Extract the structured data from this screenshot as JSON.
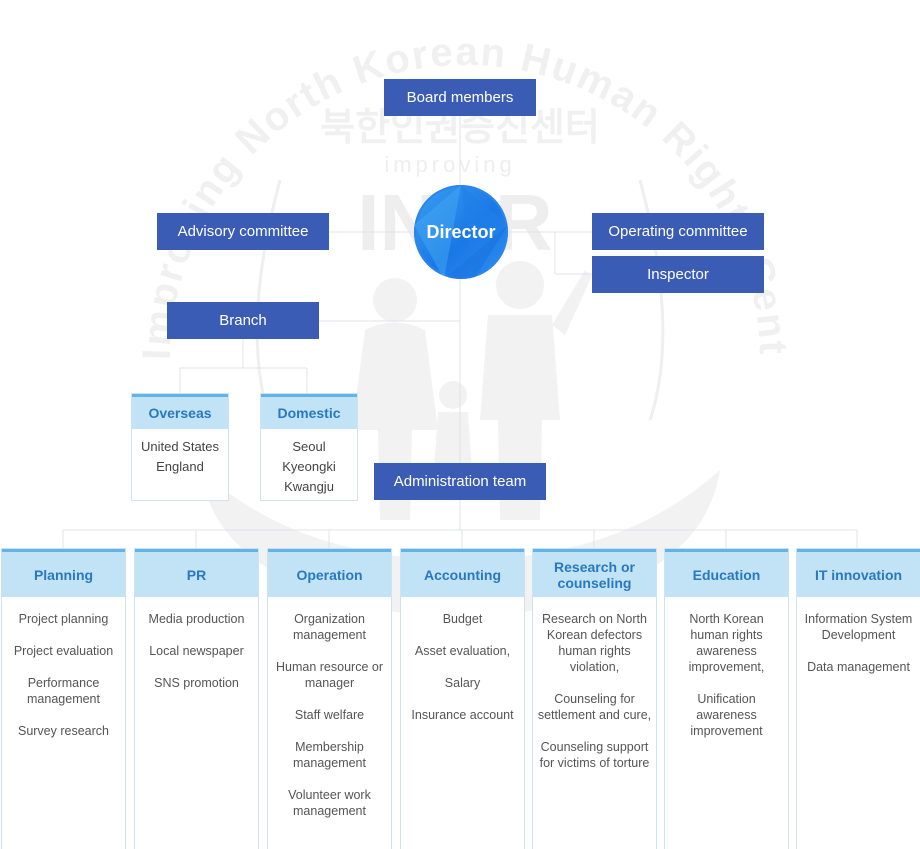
{
  "watermark": {
    "text": "Improving North Korean Human Rights Center",
    "korean": "북한인권증진센터",
    "logo_sub": "improving",
    "logo_main": "INKR"
  },
  "board_members": "Board members",
  "director": "Director",
  "advisory_committee": "Advisory committee",
  "operating_committee": "Operating committee",
  "inspector": "Inspector",
  "branch": {
    "label": "Branch",
    "overseas": {
      "title": "Overseas",
      "items": [
        "United States",
        "England"
      ]
    },
    "domestic": {
      "title": "Domestic",
      "items": [
        "Seoul",
        "Kyeongki",
        "Kwangju"
      ]
    }
  },
  "administration_team": "Administration team",
  "departments": [
    {
      "title": "Planning",
      "items": [
        "Project planning",
        "Project evaluation",
        "Performance management",
        "Survey research"
      ]
    },
    {
      "title": "PR",
      "items": [
        "Media production",
        "Local newspaper",
        "SNS promotion"
      ]
    },
    {
      "title": "Operation",
      "items": [
        "Organization management",
        "Human resource or manager",
        "Staff welfare",
        "Membership management",
        "Volunteer work management"
      ]
    },
    {
      "title": "Accounting",
      "items": [
        "Budget",
        "Asset evaluation,",
        "Salary",
        "Insurance account"
      ]
    },
    {
      "title": "Research or counseling",
      "items": [
        "Research on North Korean defectors human rights violation,",
        "Counseling for settlement and cure,",
        "Counseling support for victims of torture"
      ]
    },
    {
      "title": "Education",
      "items": [
        "North Korean human rights awareness improvement,",
        "Unification awareness improvement"
      ]
    },
    {
      "title": "IT innovation",
      "items": [
        "Information System Development",
        "Data management"
      ]
    }
  ],
  "colors": {
    "box": "#3b5cb5",
    "header_bg": "#c2e2f6",
    "header_text": "#2879bf",
    "accent": "#62b3e6"
  }
}
